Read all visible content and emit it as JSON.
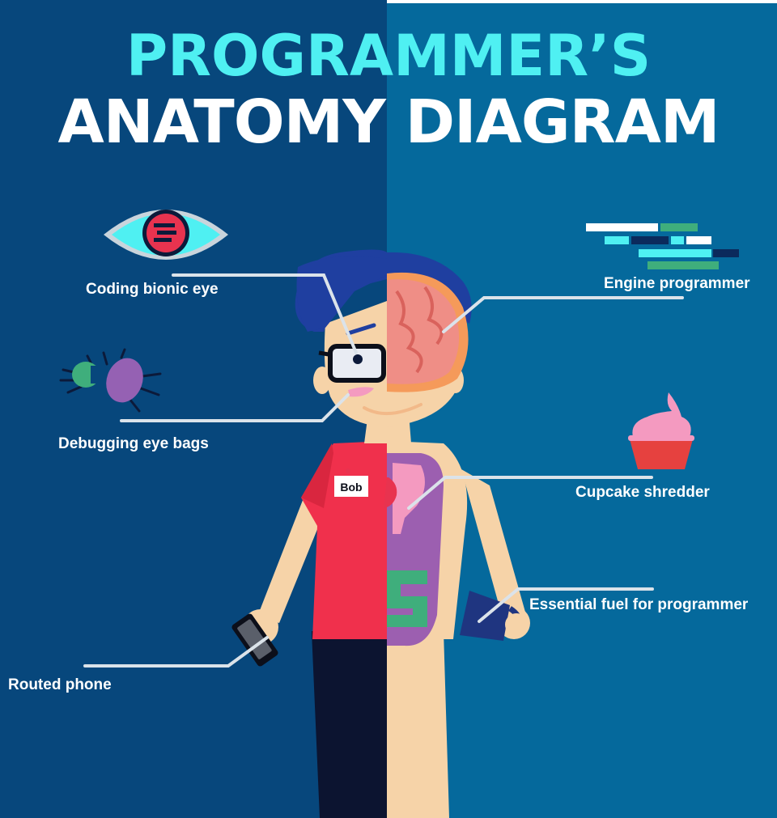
{
  "title": {
    "line1": "PROGRAMMER’S",
    "line2": "ANATOMY DIAGRAM"
  },
  "name_tag": "Bob",
  "labels": {
    "coding_bionic_eye": "Coding bionic eye",
    "debugging_eye_bags": "Debugging eye bags",
    "routed_phone": "Routed phone",
    "engine_programmer": "Engine programmer",
    "cupcake_shredder": "Cupcake shredder",
    "essential_fuel": "Essential fuel for programmer"
  },
  "colors": {
    "left_background": "#07477c",
    "right_background": "#05699c",
    "title_accent": "#4ff0f2",
    "shirt": "#f0304c",
    "skin": "#f6d3a8",
    "brain": "#ef8e86"
  }
}
